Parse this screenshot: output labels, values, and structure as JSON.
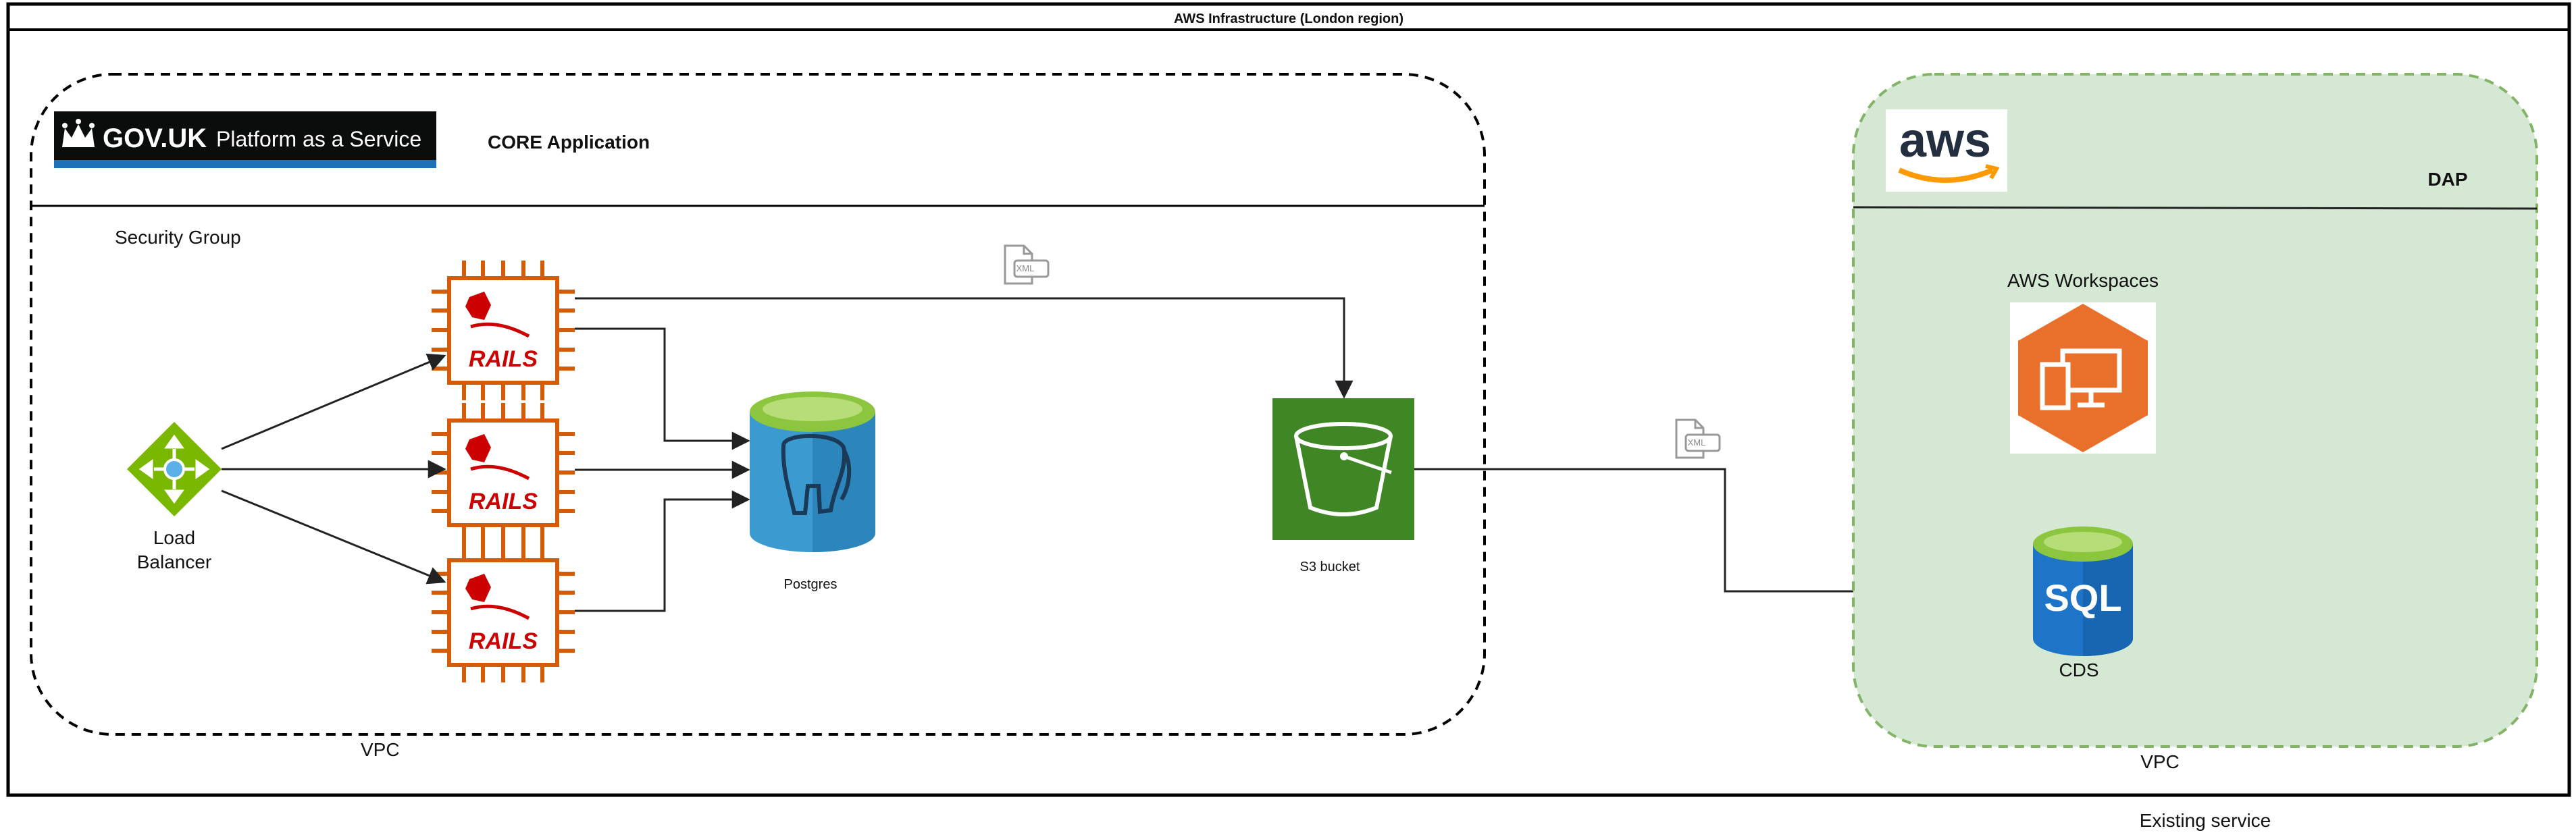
{
  "title": "AWS Infrastructure (London region)",
  "core": {
    "logo_text": "GOV.UK",
    "logo_sub": "Platform as a Service",
    "heading": "CORE Application",
    "security_group": "Security Group",
    "vpc": "VPC",
    "rails_text": "RAILS",
    "load_balancer": [
      "Load",
      "Balancer"
    ],
    "postgres": "Postgres",
    "s3": "S3 bucket",
    "xml": "XML"
  },
  "dap": {
    "aws_logo": "aws",
    "heading": "DAP",
    "workspaces": "AWS Workspaces",
    "sql": "SQL",
    "cds": "CDS",
    "vpc": "VPC",
    "existing": "Existing service"
  },
  "colors": {
    "rails": "#cc0000",
    "chip": "#d45b07",
    "lb": "#7ab800",
    "db_top": "#8cc63f",
    "db_body": "#3b9bd1",
    "s3": "#3f8624",
    "workspace": "#e8702a",
    "sql_body": "#1e74c7",
    "dap_bg": "#d5e8d4",
    "dap_border": "#82b366"
  }
}
